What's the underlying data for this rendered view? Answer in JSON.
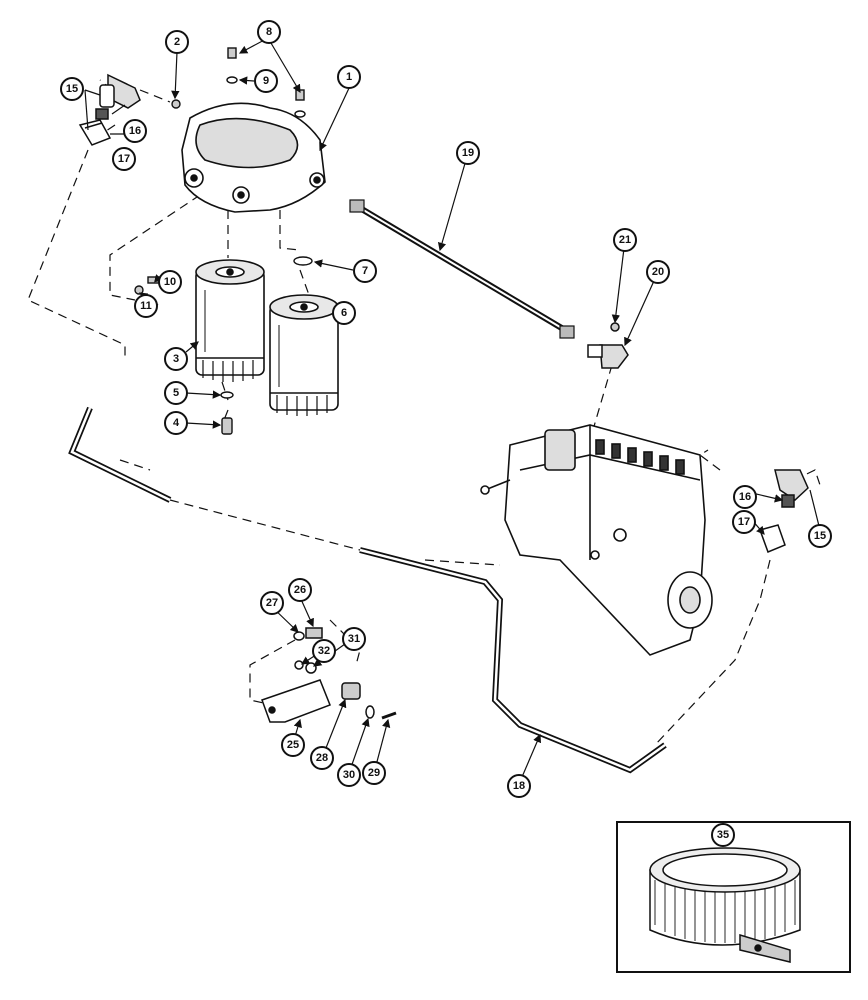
{
  "diagram": {
    "parts": [
      {
        "id": "filter-head",
        "label": "1"
      },
      {
        "id": "plug-fitting",
        "label": "2"
      },
      {
        "id": "filter-element-left",
        "label": "3"
      },
      {
        "id": "drain-plug",
        "label": "4"
      },
      {
        "id": "o-ring-small",
        "label": "5"
      },
      {
        "id": "filter-element-right",
        "label": "6"
      },
      {
        "id": "sealing-ring",
        "label": "7"
      },
      {
        "id": "bleed-screw",
        "label": "8"
      },
      {
        "id": "washer-head",
        "label": "9"
      },
      {
        "id": "mount-bolt",
        "label": "10"
      },
      {
        "id": "lock-washer",
        "label": "11"
      },
      {
        "id": "elbow-fitting-left",
        "label": "15"
      },
      {
        "id": "elbow-fitting-right",
        "label": "15"
      },
      {
        "id": "sleeve-left",
        "label": "16"
      },
      {
        "id": "sleeve-right",
        "label": "16"
      },
      {
        "id": "nut-left",
        "label": "17"
      },
      {
        "id": "nut-right",
        "label": "17"
      },
      {
        "id": "return-tube",
        "label": "18"
      },
      {
        "id": "supply-hose",
        "label": "19"
      },
      {
        "id": "elbow-pump",
        "label": "20"
      },
      {
        "id": "small-plug",
        "label": "21"
      },
      {
        "id": "bracket",
        "label": "25"
      },
      {
        "id": "bracket-bolt",
        "label": "26"
      },
      {
        "id": "bracket-washer",
        "label": "27"
      },
      {
        "id": "tube-clip",
        "label": "28"
      },
      {
        "id": "clip-screw",
        "label": "29"
      },
      {
        "id": "clip-washer",
        "label": "30"
      },
      {
        "id": "spacer",
        "label": "31"
      },
      {
        "id": "nut-small",
        "label": "32"
      },
      {
        "id": "filter-wrench",
        "label": "35"
      }
    ]
  }
}
